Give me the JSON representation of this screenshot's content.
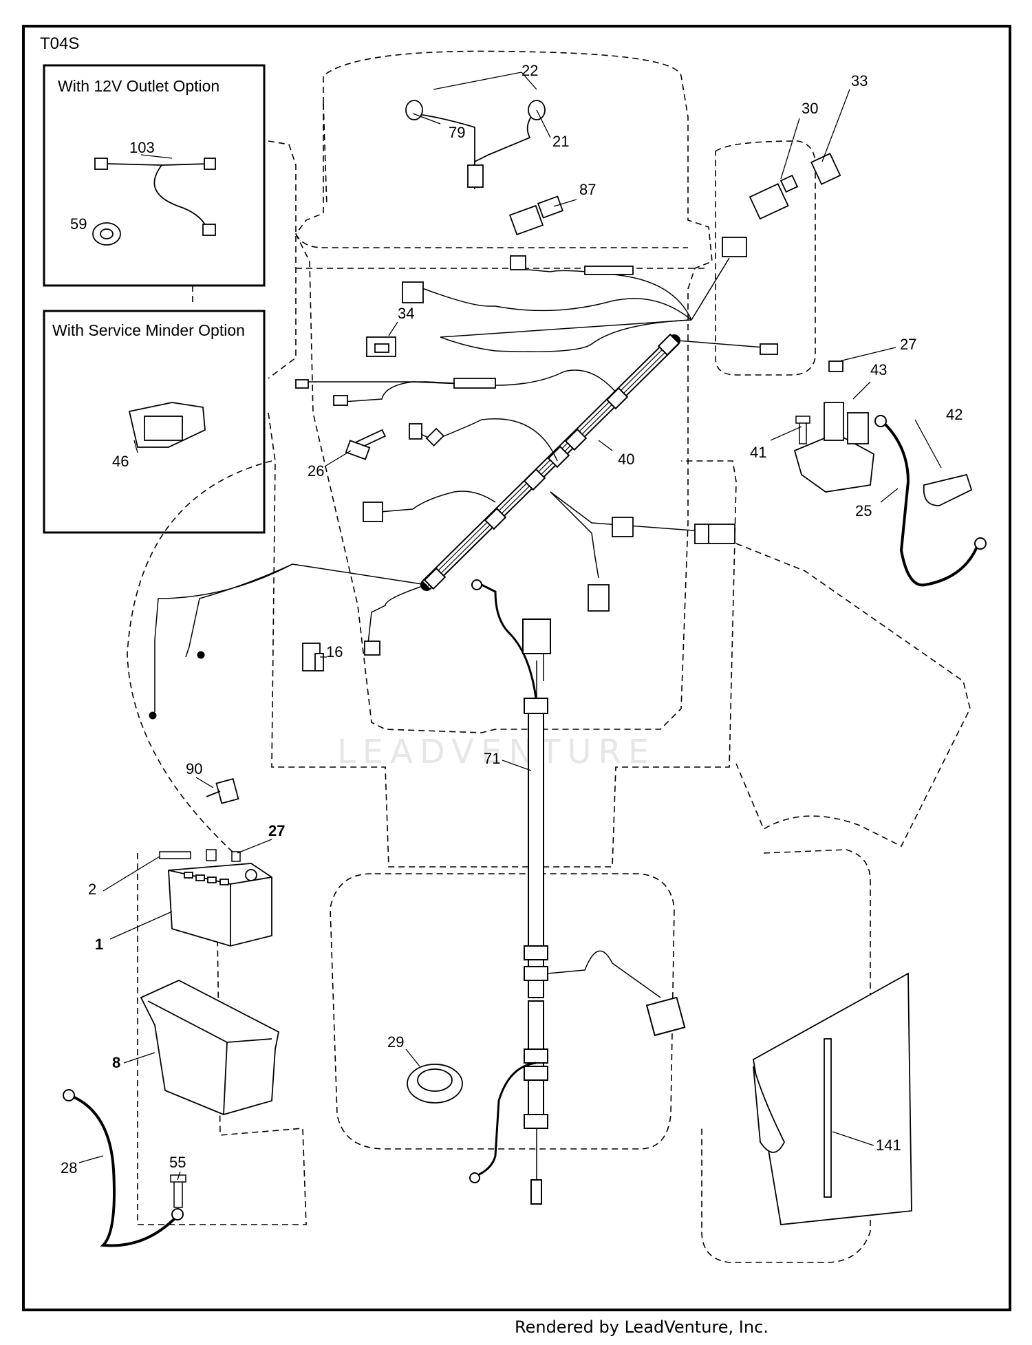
{
  "diagram": {
    "code": "T04S",
    "watermark": "LEADVENTURE",
    "footer": "Rendered by LeadVenture, Inc.",
    "insets": [
      {
        "title": "With 12V Outlet Option"
      },
      {
        "title": "With Service Minder Option"
      }
    ],
    "callouts": [
      "22",
      "79",
      "21",
      "30",
      "33",
      "87",
      "103",
      "59",
      "34",
      "27",
      "43",
      "42",
      "41",
      "25",
      "40",
      "26",
      "46",
      "16",
      "71",
      "90",
      "27",
      "2",
      "1",
      "8",
      "29",
      "28",
      "55",
      "141"
    ]
  }
}
